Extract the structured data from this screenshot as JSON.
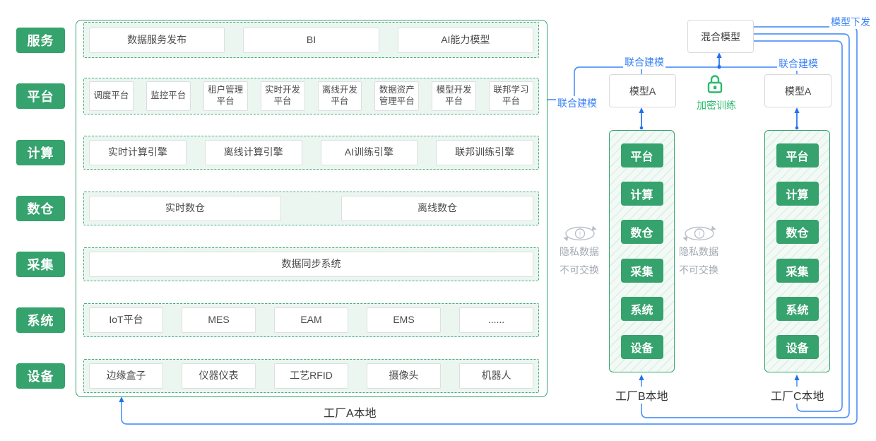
{
  "left_labels": [
    "服务",
    "平台",
    "计算",
    "数仓",
    "采集",
    "系统",
    "设备"
  ],
  "stack": {
    "label": "工厂A本地",
    "rows": [
      {
        "name": "服务",
        "boxes": [
          "数据服务发布",
          "BI",
          "AI能力模型"
        ]
      },
      {
        "name": "平台",
        "boxes": [
          "调度平台",
          "监控平台",
          "租户管理平台",
          "实时开发平台",
          "离线开发平台",
          "数据资产管理平台",
          "模型开发平台",
          "联邦学习平台"
        ]
      },
      {
        "name": "计算",
        "boxes": [
          "实时计算引擎",
          "离线计算引擎",
          "AI训练引擎",
          "联邦训练引擎"
        ]
      },
      {
        "name": "数仓",
        "boxes": [
          "实时数仓",
          "离线数仓"
        ]
      },
      {
        "name": "采集",
        "boxes": [
          "数据同步系统"
        ]
      },
      {
        "name": "系统",
        "boxes": [
          "IoT平台",
          "MES",
          "EAM",
          "EMS",
          "......"
        ]
      },
      {
        "name": "设备",
        "boxes": [
          "边缘盒子",
          "仪器仪表",
          "工艺RFID",
          "摄像头",
          "机器人"
        ]
      }
    ]
  },
  "hybrid_model": "混合模型",
  "factories": [
    {
      "model": "模型A",
      "label": "工厂B本地",
      "layers": [
        "平台",
        "计算",
        "数仓",
        "采集",
        "系统",
        "设备"
      ]
    },
    {
      "model": "模型A",
      "label": "工厂C本地",
      "layers": [
        "平台",
        "计算",
        "数仓",
        "采集",
        "系统",
        "设备"
      ]
    }
  ],
  "annotations": {
    "federated_modeling": "联合建模",
    "encrypted_training": "加密训练",
    "model_distribution": "模型下发",
    "privacy_line1": "隐私数据",
    "privacy_line2": "不可交换"
  },
  "colors": {
    "green": "#36a26d",
    "green_light_bg": "#ecf6f0",
    "lock_green": "#2cb96e",
    "arrow_blue": "#2070f0",
    "line_blue": "#5596fa",
    "label_blue": "#3b82f6",
    "gray_text": "#a0a8b0",
    "box_border": "#dcdfe2"
  }
}
